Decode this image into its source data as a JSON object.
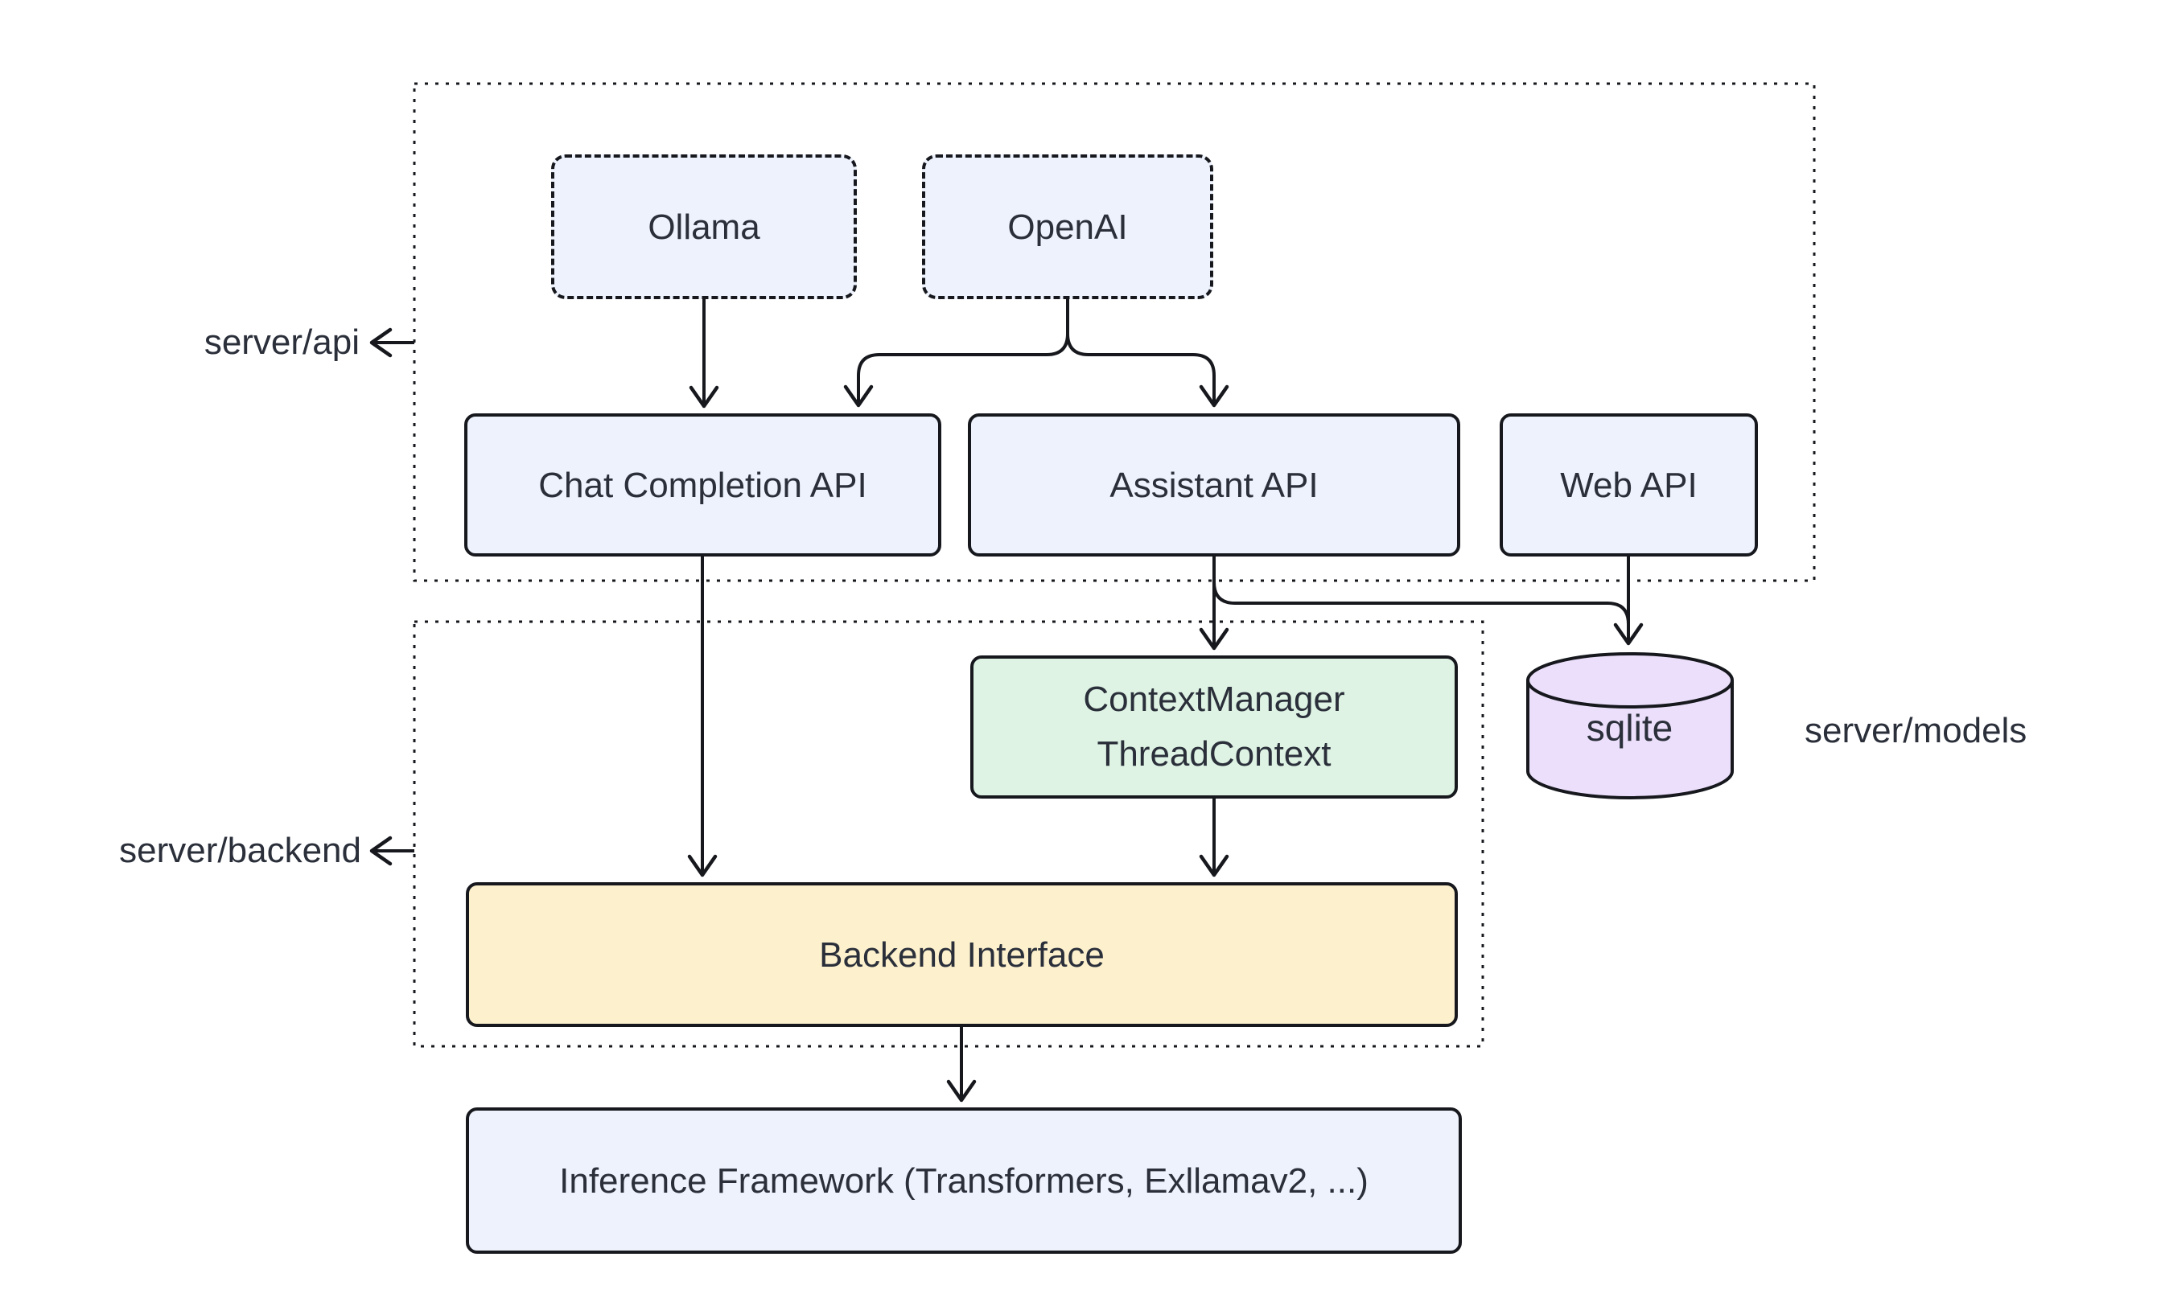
{
  "diagram": {
    "type": "software-architecture",
    "regions": {
      "api": {
        "label": "server/api"
      },
      "backend": {
        "label": "server/backend"
      },
      "models": {
        "label": "server/models"
      }
    },
    "nodes": {
      "ollama": {
        "label": "Ollama"
      },
      "openai": {
        "label": "OpenAI"
      },
      "chat": {
        "label": "Chat Completion API"
      },
      "assistant": {
        "label": "Assistant API"
      },
      "web": {
        "label": "Web API"
      },
      "context": {
        "line1": "ContextManager",
        "line2": "ThreadContext"
      },
      "sqlite": {
        "label": "sqlite"
      },
      "backend": {
        "label": "Backend Interface"
      },
      "inference": {
        "label": "Inference Framework (Transformers, Exllamav2, ...)"
      }
    },
    "edges": [
      {
        "from": "Ollama",
        "to": "Chat Completion API"
      },
      {
        "from": "OpenAI",
        "to": "Chat Completion API"
      },
      {
        "from": "OpenAI",
        "to": "Assistant API"
      },
      {
        "from": "Chat Completion API",
        "to": "Backend Interface"
      },
      {
        "from": "Assistant API",
        "to": "ContextManager ThreadContext"
      },
      {
        "from": "Assistant API",
        "to": "sqlite"
      },
      {
        "from": "Web API",
        "to": "sqlite"
      },
      {
        "from": "ContextManager ThreadContext",
        "to": "Backend Interface"
      },
      {
        "from": "Backend Interface",
        "to": "Inference Framework (Transformers, Exllamav2, ...)"
      }
    ],
    "colors": {
      "node_blue": "#edf2fc",
      "node_green": "#def3e4",
      "node_purple": "#ecdffb",
      "node_yellow": "#fcf0cd",
      "stroke": "#16181d",
      "text": "#2a2f3a"
    }
  }
}
